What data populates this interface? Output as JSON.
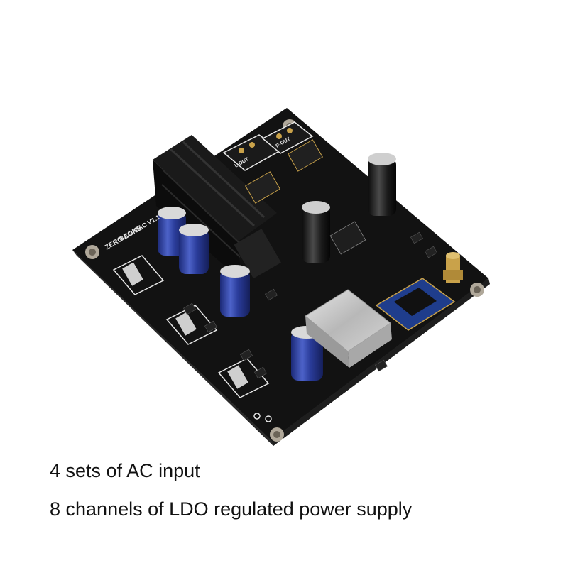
{
  "captions": {
    "line1": "4 sets of AC input",
    "line2": "8 channels of LDO regulated power supply"
  },
  "board_silkscreen": {
    "model": "BA-3-DAC V1.1",
    "brand": "ZERO ZONE",
    "left_output": "L-OUT",
    "right_output": "R-OUT"
  },
  "colors": {
    "pcb": "#121212",
    "heatsink": "#141414",
    "capacitor": "#2a3c9a",
    "gold": "#c9a24a",
    "shield": "#bdbdbd",
    "bluetooth_module": "#1f3d8c"
  },
  "icons": {
    "board": "dac-board-photo"
  }
}
